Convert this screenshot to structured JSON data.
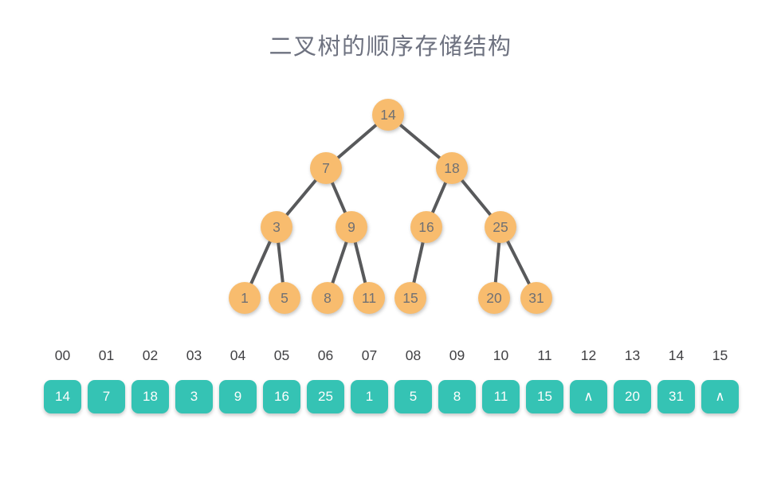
{
  "title": "二叉树的顺序存储结构",
  "colors": {
    "node_fill": "#F8BC6E",
    "node_text": "#6F7074",
    "edge": "#58595B",
    "cell_fill": "#35C3B4",
    "cell_text": "#FDFDFD",
    "index_text": "#414144",
    "title_text": "#6E7280"
  },
  "tree": {
    "nodes": [
      {
        "id": 0,
        "value": "14",
        "parent": null
      },
      {
        "id": 1,
        "value": "7",
        "parent": 0
      },
      {
        "id": 2,
        "value": "18",
        "parent": 0
      },
      {
        "id": 3,
        "value": "3",
        "parent": 1
      },
      {
        "id": 4,
        "value": "9",
        "parent": 1
      },
      {
        "id": 5,
        "value": "16",
        "parent": 2
      },
      {
        "id": 6,
        "value": "25",
        "parent": 2
      },
      {
        "id": 7,
        "value": "1",
        "parent": 3
      },
      {
        "id": 8,
        "value": "5",
        "parent": 3
      },
      {
        "id": 9,
        "value": "8",
        "parent": 4
      },
      {
        "id": 10,
        "value": "11",
        "parent": 4
      },
      {
        "id": 11,
        "value": "15",
        "parent": 5
      },
      {
        "id": 13,
        "value": "20",
        "parent": 6
      },
      {
        "id": 14,
        "value": "31",
        "parent": 6
      }
    ]
  },
  "array": {
    "empty_symbol": "∧",
    "slots": [
      {
        "index": "00",
        "value": "14"
      },
      {
        "index": "01",
        "value": "7"
      },
      {
        "index": "02",
        "value": "18"
      },
      {
        "index": "03",
        "value": "3"
      },
      {
        "index": "04",
        "value": "9"
      },
      {
        "index": "05",
        "value": "16"
      },
      {
        "index": "06",
        "value": "25"
      },
      {
        "index": "07",
        "value": "1"
      },
      {
        "index": "08",
        "value": "5"
      },
      {
        "index": "09",
        "value": "8"
      },
      {
        "index": "10",
        "value": "11"
      },
      {
        "index": "11",
        "value": "15"
      },
      {
        "index": "12",
        "value": "∧"
      },
      {
        "index": "13",
        "value": "20"
      },
      {
        "index": "14",
        "value": "31"
      },
      {
        "index": "15",
        "value": "∧"
      }
    ]
  }
}
